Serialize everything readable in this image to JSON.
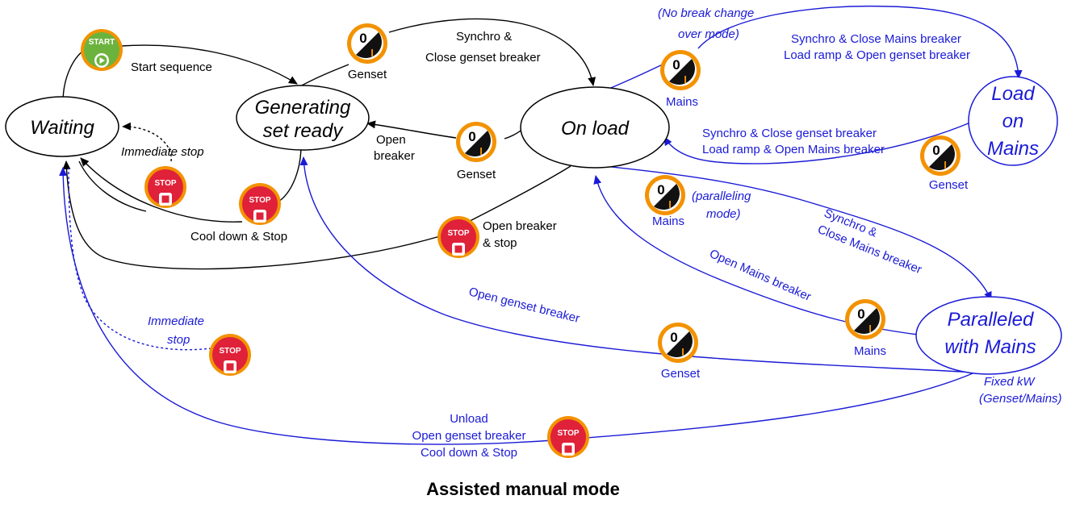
{
  "title": "Assisted manual mode",
  "colors": {
    "black": "#000000",
    "blue": "#1a1ad6",
    "stop_red": "#e0213a",
    "start_green": "#6cb33e",
    "ring_orange": "#f39200"
  },
  "states": {
    "waiting": "Waiting",
    "generating_line1": "Generating",
    "generating_line2": "set ready",
    "on_load": "On load",
    "load_on_mains_line1": "Load",
    "load_on_mains_line2": "on",
    "load_on_mains_line3": "Mains",
    "paralleled_line1": "Paralleled",
    "paralleled_line2": "with Mains"
  },
  "buttons": {
    "start": "START",
    "stop": "STOP",
    "switch_zero": "0",
    "switch_one": "I"
  },
  "labels": {
    "start_sequence": "Start sequence",
    "synchro_genset_1": "Synchro &",
    "synchro_genset_2": "Close genset breaker",
    "genset": "Genset",
    "mains": "Mains",
    "open_breaker_1": "Open",
    "open_breaker_2": "breaker",
    "immediate_stop": "Immediate stop",
    "cool_down_stop": "Cool down & Stop",
    "open_breaker_stop_1": "Open breaker",
    "open_breaker_stop_2": "& stop",
    "no_break_1": "(No break change",
    "no_break_2": "over mode)",
    "synchro_close_mains_1": "Synchro & Close Mains breaker",
    "synchro_close_mains_2": "Load ramp & Open genset breaker",
    "synchro_close_genset_1": "Synchro & Close genset breaker",
    "synchro_close_genset_2": "Load ramp & Open Mains breaker",
    "paralleling_1": "(paralleling",
    "paralleling_2": "mode)",
    "synchro_mains_1": "Synchro &",
    "synchro_mains_2": "Close Mains breaker",
    "open_mains_breaker": "Open Mains breaker",
    "open_genset_breaker": "Open genset breaker",
    "immediate_1": "Immediate",
    "immediate_2": "stop",
    "unload_1": "Unload",
    "unload_2": "Open genset breaker",
    "unload_3": "Cool down & Stop",
    "fixed_kw_1": "Fixed kW",
    "fixed_kw_2": "(Genset/Mains)"
  }
}
